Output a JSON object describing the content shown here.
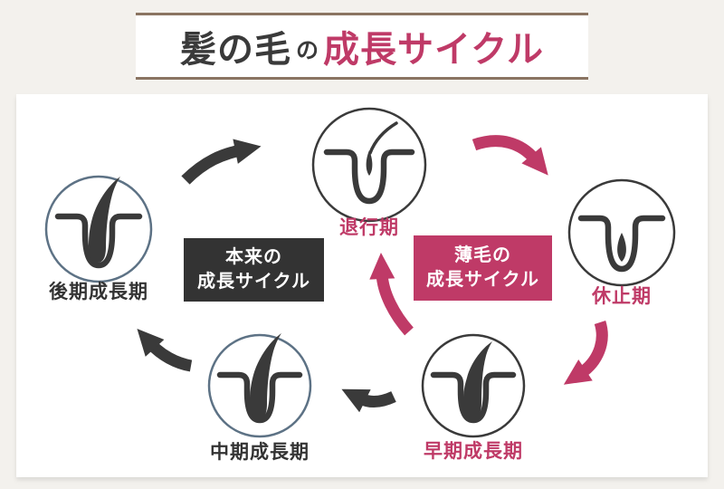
{
  "title": {
    "main": "髪の毛",
    "particle": "の",
    "accent": "成長サイクル"
  },
  "diagram": {
    "stages": [
      {
        "id": "regression",
        "label": "退行期",
        "label_color": "pink"
      },
      {
        "id": "resting",
        "label": "休止期",
        "label_color": "pink"
      },
      {
        "id": "early-growth",
        "label": "早期成長期",
        "label_color": "pink"
      },
      {
        "id": "mid-growth",
        "label": "中期成長期",
        "label_color": "dark"
      },
      {
        "id": "late-growth",
        "label": "後期成長期",
        "label_color": "dark"
      }
    ],
    "boxes": {
      "normal": {
        "line1": "本来の",
        "line2": "成長サイクル"
      },
      "thinning": {
        "line1": "薄毛の",
        "line2": "成長サイクル"
      }
    }
  },
  "colors": {
    "accent_pink": "#bf3a67",
    "dark": "#3a3a3a",
    "circle_blue_gray": "#5d7285",
    "title_border": "#8a7462",
    "page_background": "#f3f1ed",
    "panel_background": "#ffffff"
  }
}
